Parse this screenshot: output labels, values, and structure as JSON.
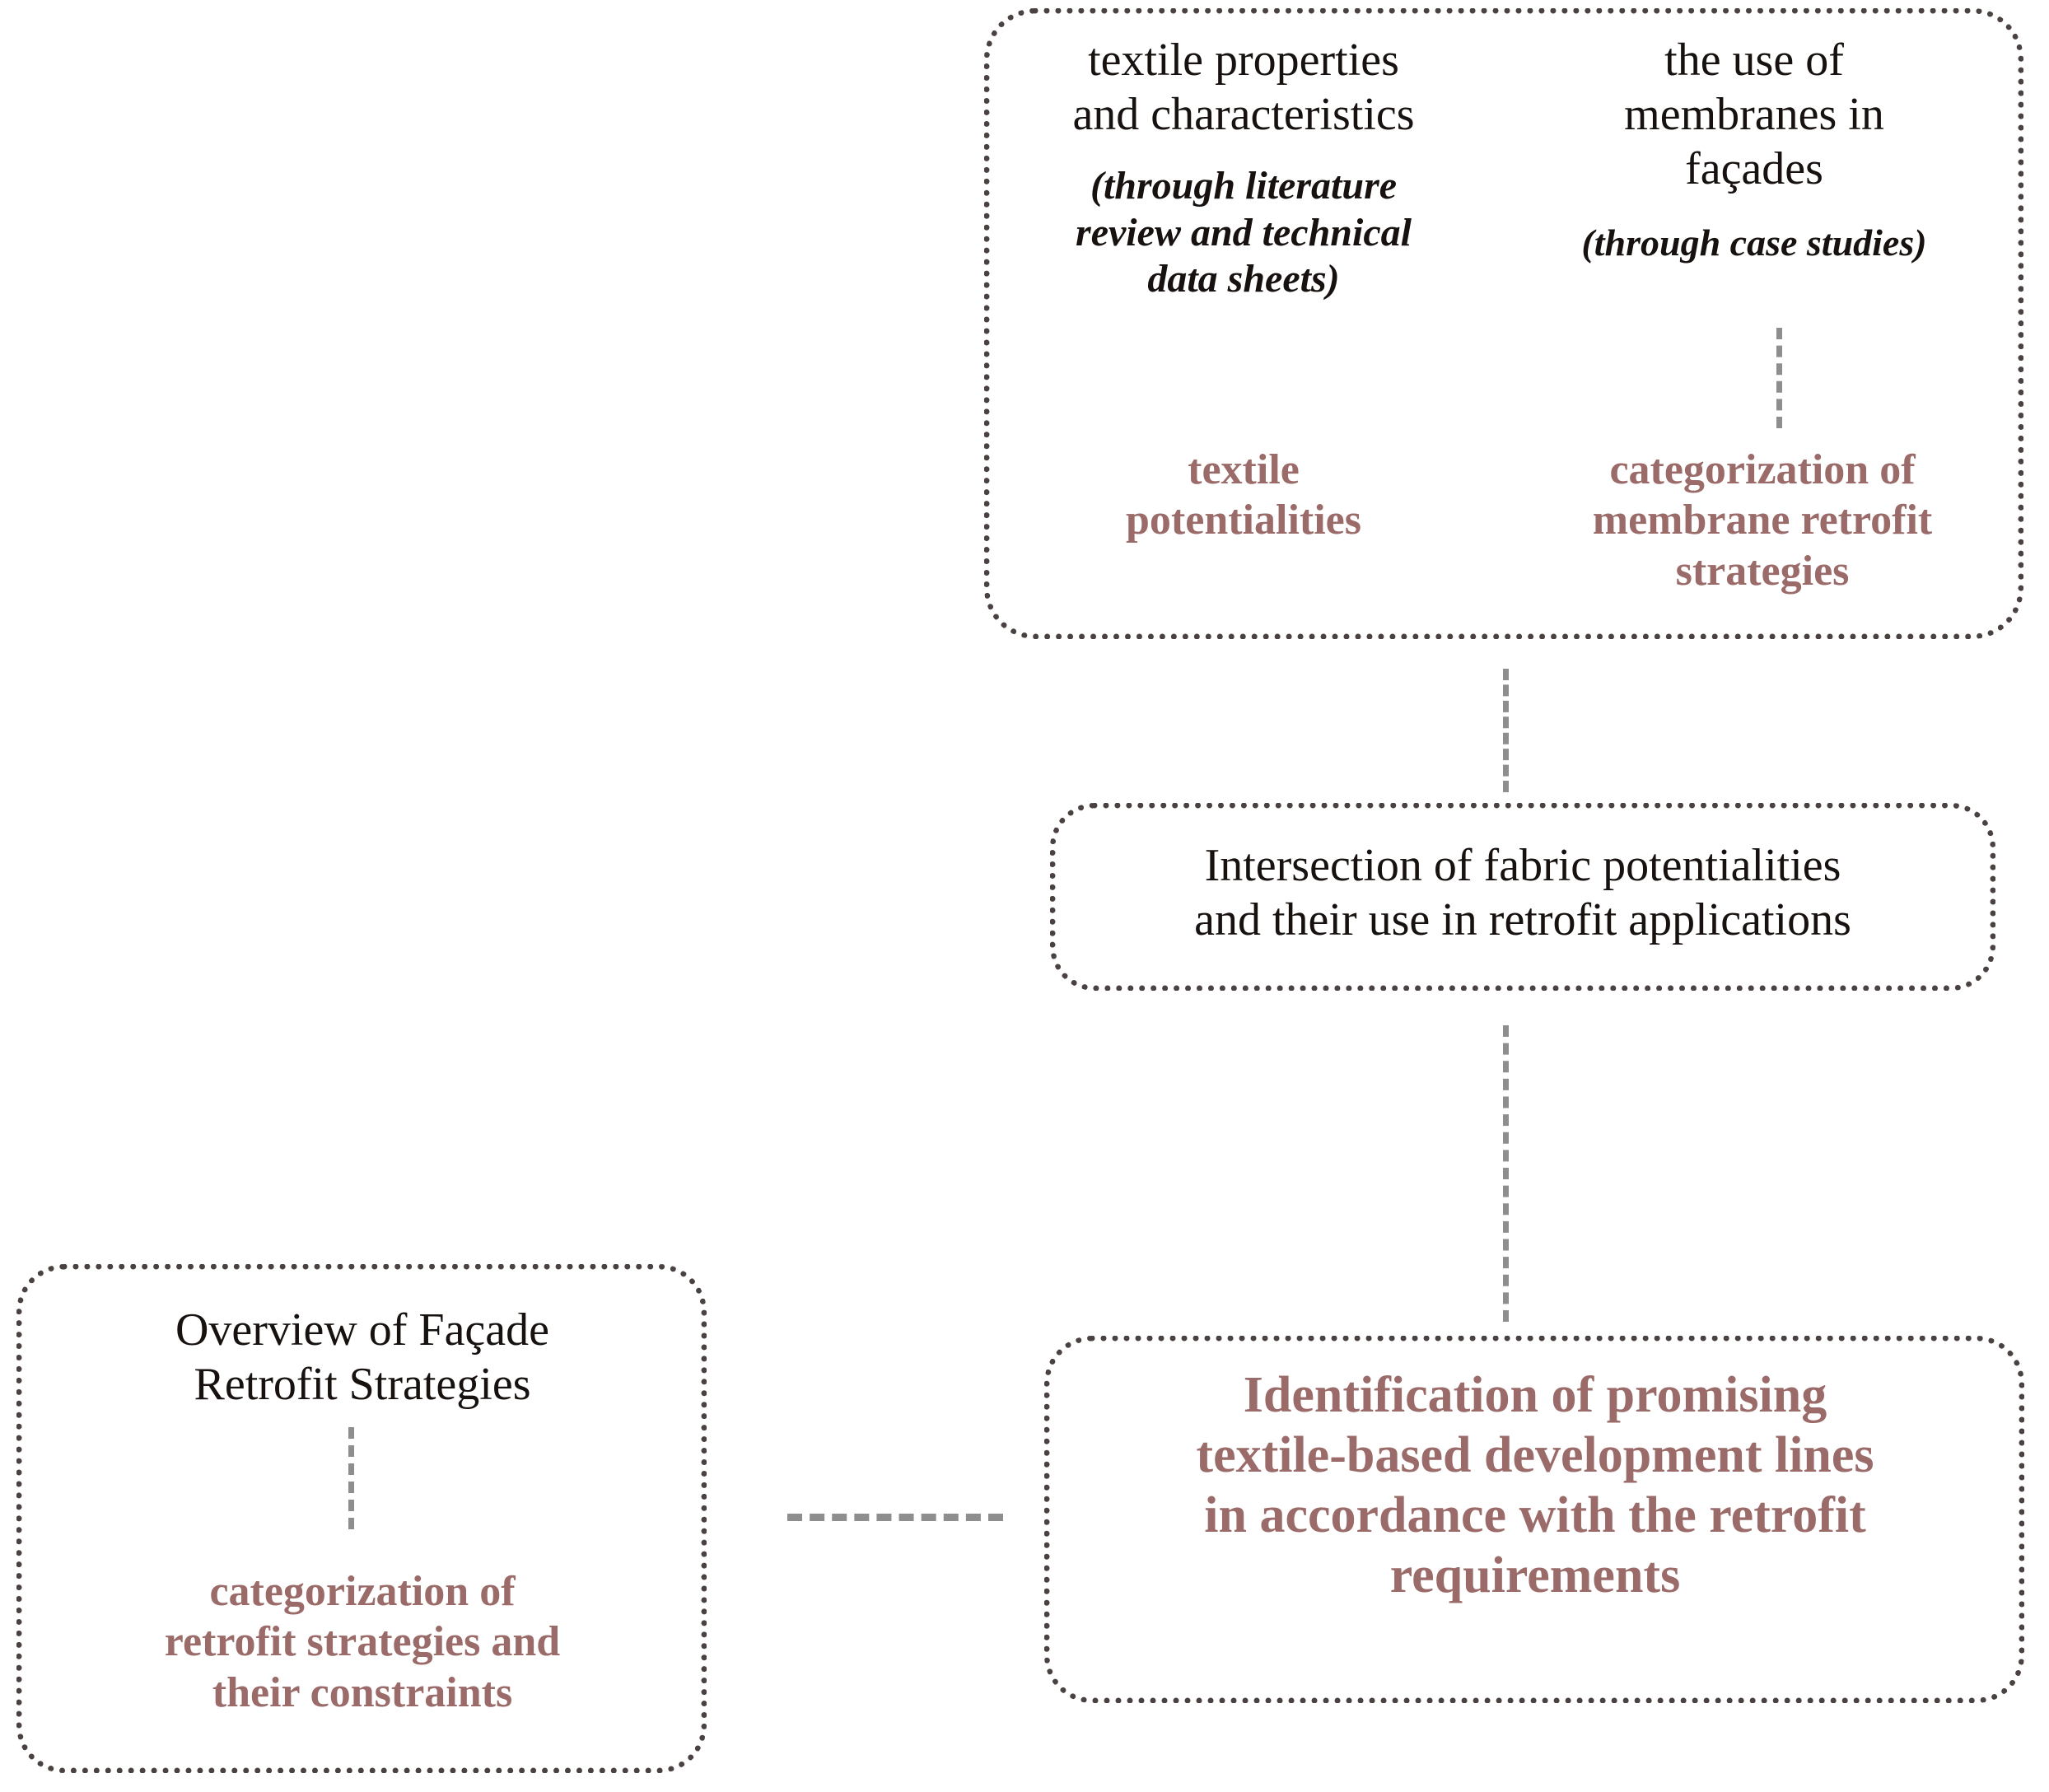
{
  "diagram": {
    "title": "Research methodology flow: textile-based facade retrofit",
    "colors": {
      "box_border": "#4a4240",
      "connector": "#8e8e8e",
      "text_dark": "#17120f",
      "text_accent": "#9a6b69",
      "background": "#ffffff"
    },
    "boxes": {
      "sources": {
        "columns": [
          {
            "heading": "textile properties\nand characteristics",
            "method": "(through literature\nreview and technical\ndata sheets)",
            "outcome": "textile\npotentialities"
          },
          {
            "heading": "the use of\nmembranes in\nfaçades",
            "method": "(through case studies)",
            "outcome": "categorization of\nmembrane retrofit\nstrategies"
          }
        ]
      },
      "intersection": {
        "text": "Intersection of fabric potentialities\nand their use in retrofit applications"
      },
      "identification": {
        "text": "Identification of promising\ntextile-based development lines\nin accordance with the retrofit\nrequirements"
      },
      "overview": {
        "heading": "Overview of Façade\nRetrofit Strategies",
        "outcome": "categorization of\nretrofit strategies and\ntheir constraints"
      }
    },
    "connectors": [
      {
        "name": "membrane-use-to-categorization",
        "orientation": "vertical",
        "style": "dashed"
      },
      {
        "name": "sources-to-intersection",
        "orientation": "vertical",
        "style": "dashed"
      },
      {
        "name": "intersection-to-identification",
        "orientation": "vertical",
        "style": "dashed"
      },
      {
        "name": "overview-heading-to-outcome",
        "orientation": "vertical",
        "style": "dashed"
      },
      {
        "name": "identification-to-overview",
        "orientation": "horizontal",
        "style": "dashed"
      }
    ]
  }
}
